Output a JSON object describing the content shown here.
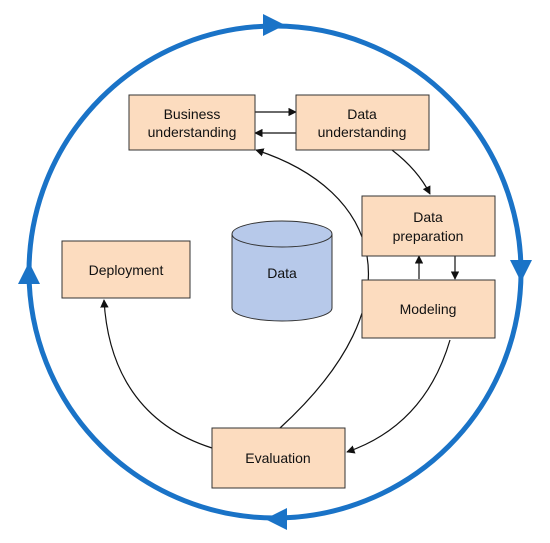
{
  "phases": {
    "business_understanding": [
      "Business",
      "understanding"
    ],
    "data_understanding": [
      "Data",
      "understanding"
    ],
    "data_preparation": [
      "Data",
      "preparation"
    ],
    "modeling": "Modeling",
    "evaluation": "Evaluation",
    "deployment": "Deployment"
  },
  "data_store": "Data",
  "colors": {
    "cycle": "#1a73c7",
    "box_fill": "#fcdcbf",
    "cylinder_fill": "#b7c9ea",
    "arrow": "#111111"
  }
}
